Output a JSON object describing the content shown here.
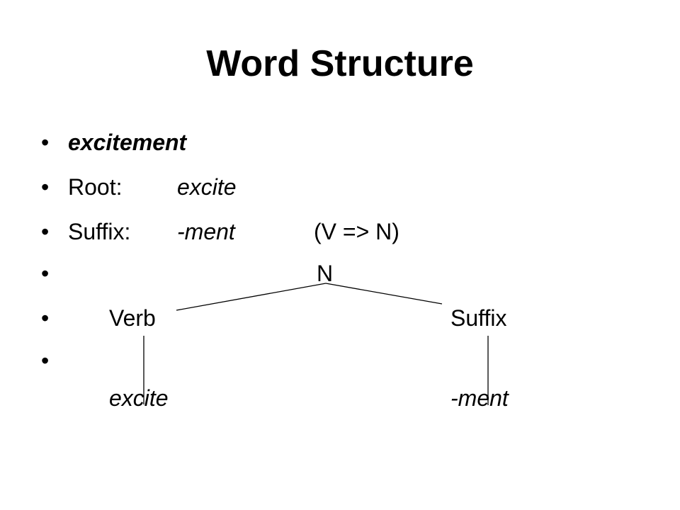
{
  "slide": {
    "title": "Word Structure",
    "bullet_glyph": "•",
    "word": "excitement",
    "root_label": "Root:",
    "root_value": "excite",
    "suffix_label": "Suffix:",
    "suffix_value": "-ment",
    "suffix_note": "(V => N)",
    "tree": {
      "top_node": "N",
      "left_node": "Verb",
      "right_node": "Suffix",
      "left_leaf": "excite",
      "right_leaf": "-ment"
    }
  }
}
